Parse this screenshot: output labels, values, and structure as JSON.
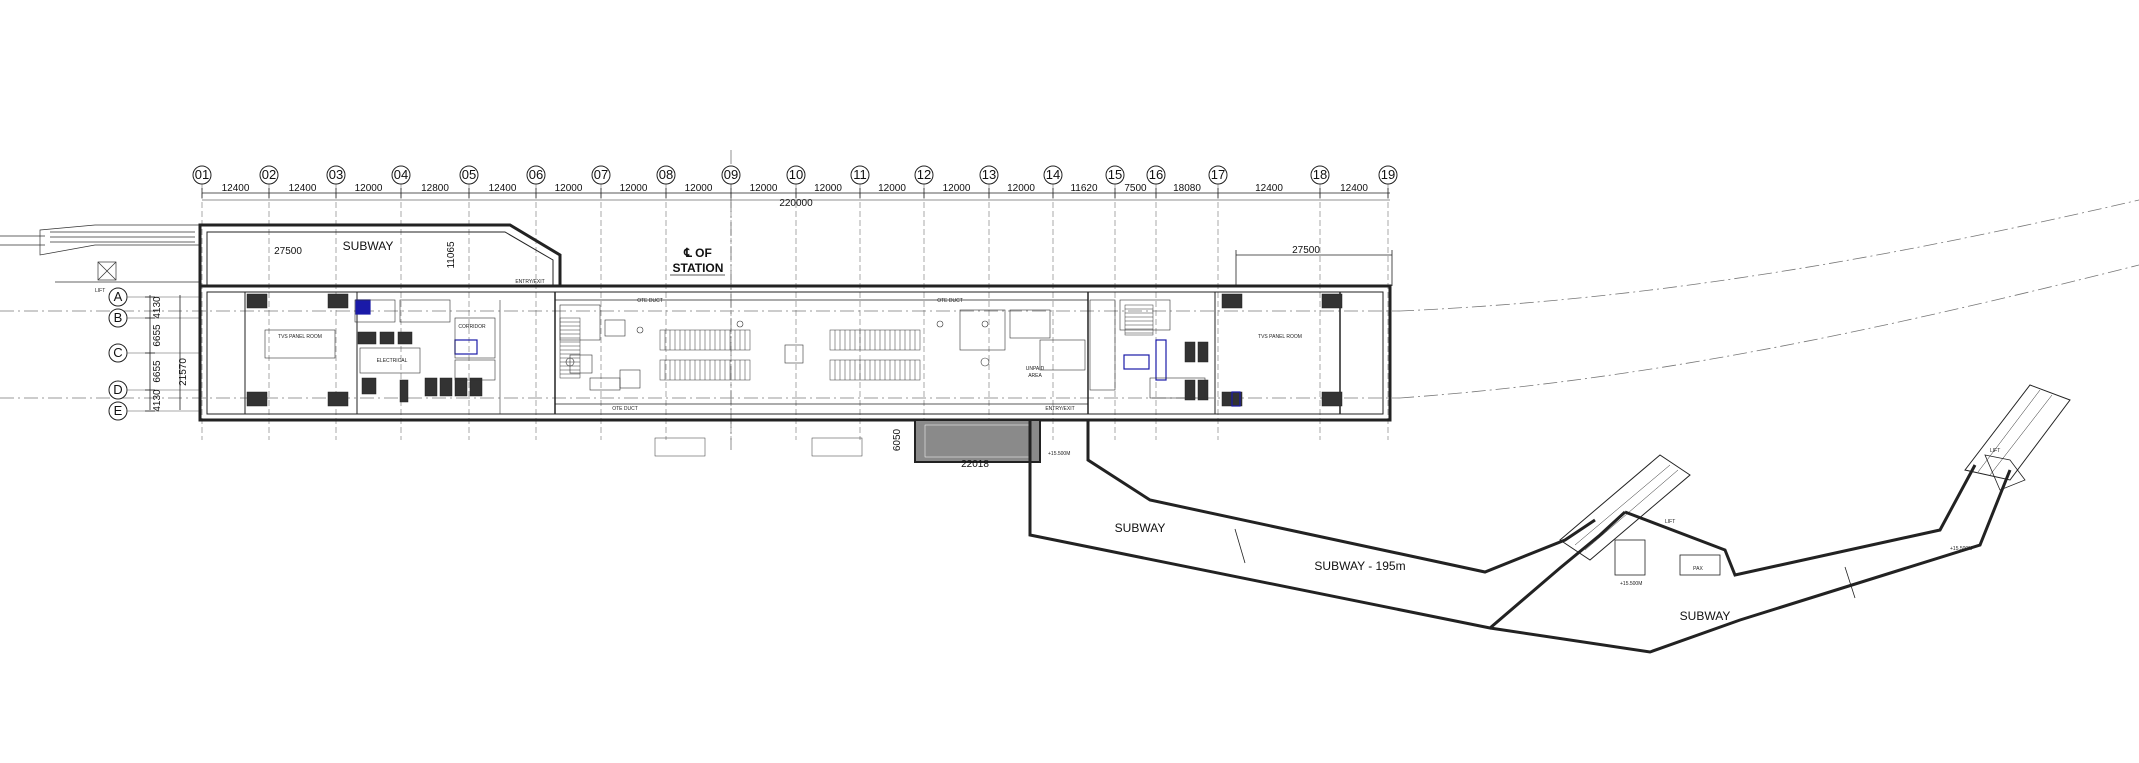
{
  "grid_columns": [
    "01",
    "02",
    "03",
    "04",
    "05",
    "06",
    "07",
    "08",
    "09",
    "10",
    "11",
    "12",
    "13",
    "14",
    "15",
    "16",
    "17",
    "18",
    "19"
  ],
  "grid_rows": [
    "A",
    "B",
    "C",
    "D",
    "E"
  ],
  "column_dimensions": [
    "12400",
    "12400",
    "12000",
    "12800",
    "12400",
    "12000",
    "12000",
    "12000",
    "12000",
    "12000",
    "12000",
    "12000",
    "12000",
    "11620",
    "7500",
    "18080",
    "12400",
    "12400"
  ],
  "overall_dimension": "220000",
  "row_dimensions": [
    "4130",
    "6655",
    "6655",
    "4130"
  ],
  "total_width_dimension": "21570",
  "left_end_dimension": "27500",
  "right_end_dimension": "27500",
  "entrance_height_dimension": "11065",
  "annex_width_dimension": "22018",
  "annex_depth_dimension": "6050",
  "labels": {
    "subway_top": "SUBWAY",
    "station_cl_line1": "℄ OF",
    "station_cl_line2": "STATION",
    "subway_mid": "SUBWAY",
    "subway_long": "SUBWAY - 195m",
    "subway_right": "SUBWAY",
    "entry_exit_top": "ENTRY/EXIT",
    "entry_exit_bottom": "ENTRY/EXIT",
    "unpaid_area": "UNPAID",
    "unpaid_area2": "AREA",
    "ots_duct": "OTE DUCT",
    "corridor": "CORRIDOR",
    "electrical_room": "ELECTRICAL",
    "tvs_panel_room": "TVS PANEL ROOM",
    "pax_room": "PAX",
    "lift": "LIFT",
    "concourse_level": "+15.500M",
    "subway_length_mark": "SUBWAY"
  },
  "colors": {
    "line": "#222222",
    "grid_line": "#555555",
    "equipment_fill": "#333333",
    "accent": "#1a1aa8",
    "annex_fill": "#8a8a8a"
  }
}
